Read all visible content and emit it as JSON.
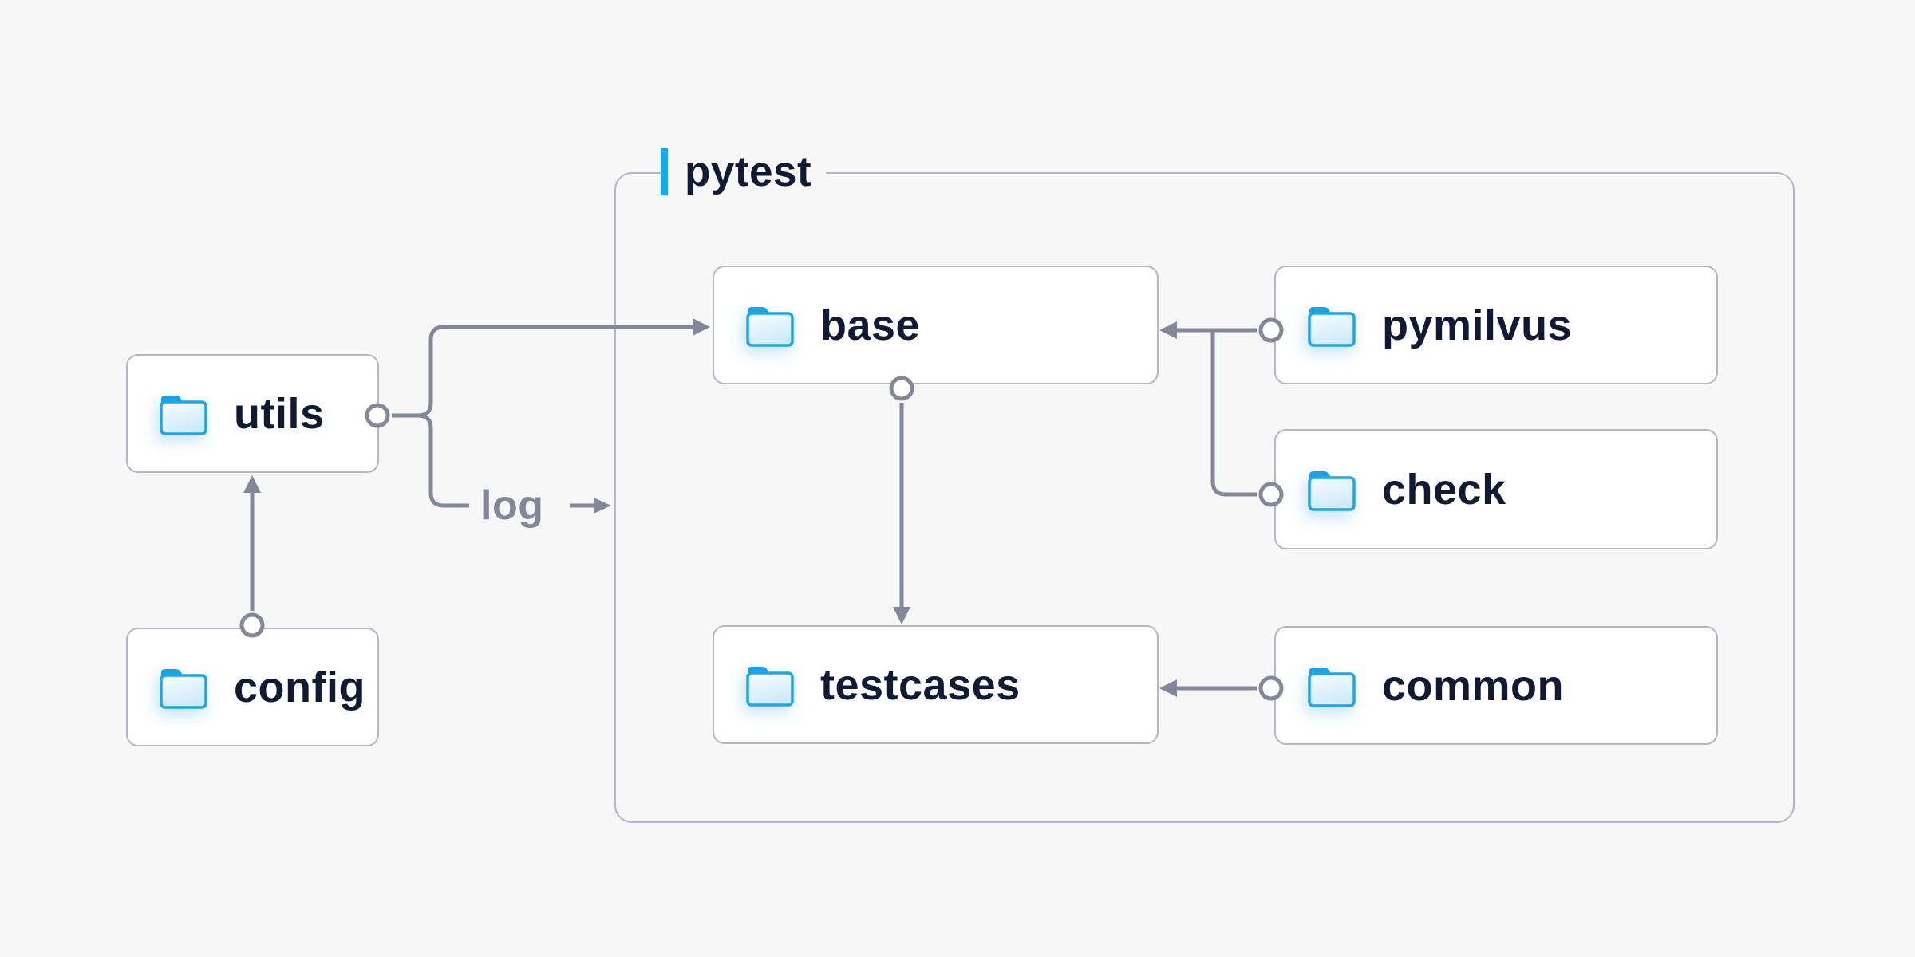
{
  "diagram": {
    "group": {
      "label": "pytest"
    },
    "nodes": [
      {
        "id": "utils",
        "label": "utils",
        "icon": "folder-icon"
      },
      {
        "id": "config",
        "label": "config",
        "icon": "folder-icon"
      },
      {
        "id": "base",
        "label": "base",
        "icon": "folder-icon"
      },
      {
        "id": "testcases",
        "label": "testcases",
        "icon": "folder-icon"
      },
      {
        "id": "pymilvus",
        "label": "pymilvus",
        "icon": "folder-icon"
      },
      {
        "id": "check",
        "label": "check",
        "icon": "folder-icon"
      },
      {
        "id": "common",
        "label": "common",
        "icon": "folder-icon"
      }
    ],
    "edges": [
      {
        "from": "utils",
        "to": "base",
        "style": "arrow"
      },
      {
        "from": "utils",
        "to": "pytest",
        "style": "arrow",
        "label": "log"
      },
      {
        "from": "config",
        "to": "utils",
        "style": "arrow"
      },
      {
        "from": "base",
        "to": "testcases",
        "style": "arrow"
      },
      {
        "from": "pymilvus",
        "to": "base",
        "style": "arrow"
      },
      {
        "from": "check",
        "to": "base",
        "style": "arrow"
      },
      {
        "from": "common",
        "to": "testcases",
        "style": "arrow"
      }
    ],
    "log_label": "log",
    "colors": {
      "background": "#f7f7f8",
      "card_fill": "#ffffff",
      "card_border": "#b4b6c4",
      "connector": "#84879a",
      "text": "#101b33",
      "muted_text": "#84879a",
      "accent": "#16a9ee",
      "folder_blue": "#19a7ed",
      "folder_tab_blue": "#1da1e4"
    }
  }
}
